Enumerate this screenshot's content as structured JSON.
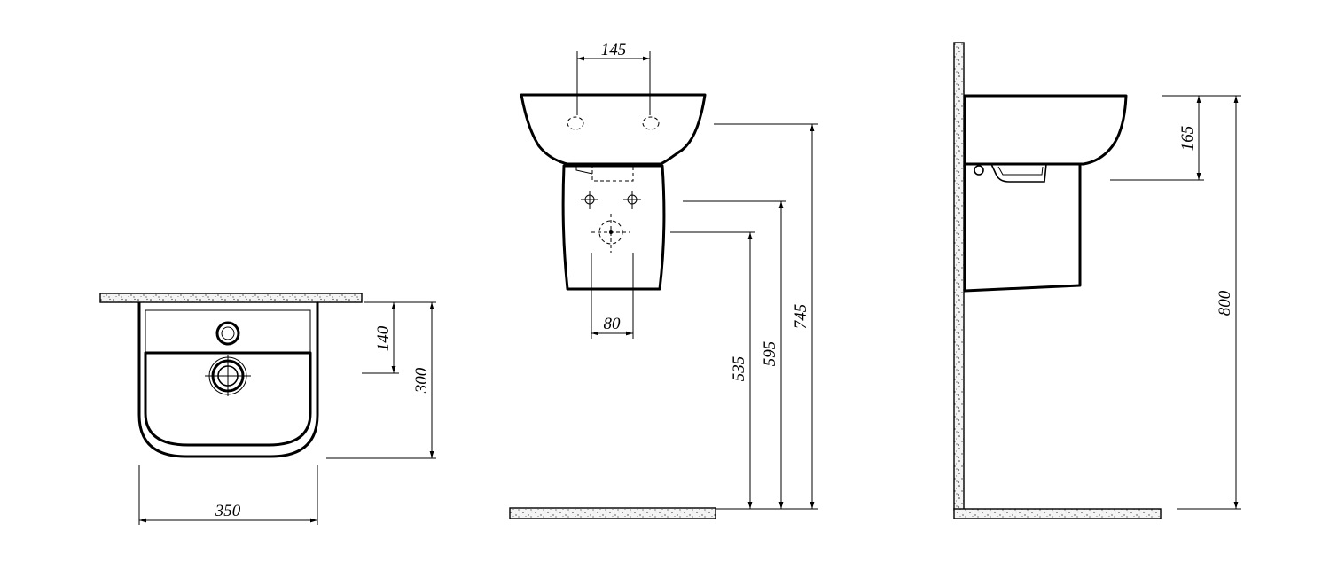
{
  "dimensions": {
    "top_view": {
      "width": "350",
      "tap_hole_depth": "140",
      "depth": "300"
    },
    "front_view": {
      "fixing_spacing": "145",
      "outlet_spacing": "80",
      "height_535": "535",
      "height_595": "595",
      "height_745": "745"
    },
    "side_view": {
      "bowl_height": "165",
      "rim_height": "800"
    }
  }
}
